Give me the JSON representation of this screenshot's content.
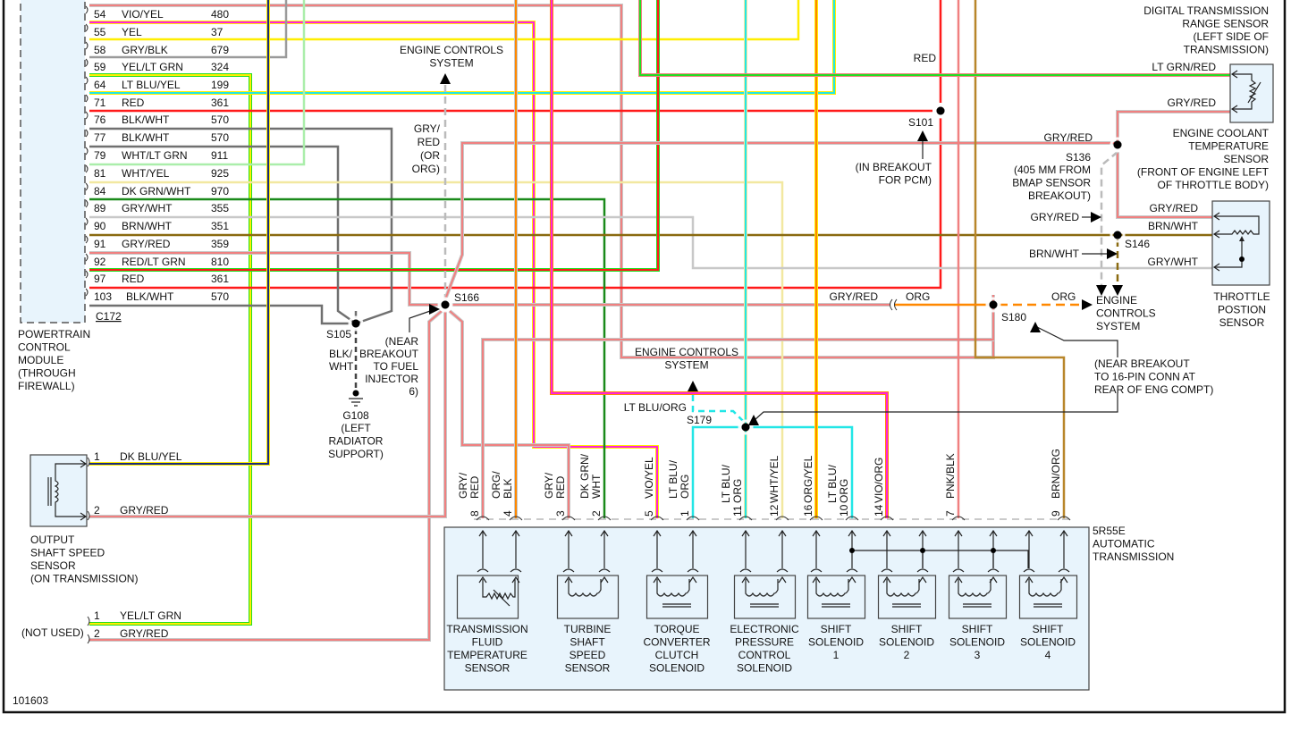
{
  "diagram_id": "101603",
  "pcm": {
    "label_lines": [
      "POWERTRAIN",
      "CONTROL",
      "MODULE",
      "(THROUGH",
      "FIREWALL)"
    ],
    "connector": "C172",
    "pins": [
      {
        "pin": "54",
        "color": "VIO/YEL",
        "circuit": "480"
      },
      {
        "pin": "55",
        "color": "YEL",
        "circuit": "37"
      },
      {
        "pin": "58",
        "color": "GRY/BLK",
        "circuit": "679"
      },
      {
        "pin": "59",
        "color": "YEL/LT GRN",
        "circuit": "324"
      },
      {
        "pin": "64",
        "color": "LT BLU/YEL",
        "circuit": "199"
      },
      {
        "pin": "71",
        "color": "RED",
        "circuit": "361"
      },
      {
        "pin": "76",
        "color": "BLK/WHT",
        "circuit": "570"
      },
      {
        "pin": "77",
        "color": "BLK/WHT",
        "circuit": "570"
      },
      {
        "pin": "79",
        "color": "WHT/LT GRN",
        "circuit": "911"
      },
      {
        "pin": "81",
        "color": "WHT/YEL",
        "circuit": "925"
      },
      {
        "pin": "84",
        "color": "DK GRN/WHT",
        "circuit": "970"
      },
      {
        "pin": "89",
        "color": "GRY/WHT",
        "circuit": "355"
      },
      {
        "pin": "90",
        "color": "BRN/WHT",
        "circuit": "351"
      },
      {
        "pin": "91",
        "color": "GRY/RED",
        "circuit": "359"
      },
      {
        "pin": "92",
        "color": "RED/LT GRN",
        "circuit": "810"
      },
      {
        "pin": "97",
        "color": "RED",
        "circuit": "361"
      },
      {
        "pin": "103",
        "color": "BLK/WHT",
        "circuit": "570"
      }
    ]
  },
  "splices": {
    "s105": {
      "id": "S105",
      "wire": [
        "BLK/",
        "WHT"
      ]
    },
    "g108": {
      "id": "G108",
      "lines": [
        "(LEFT",
        "RADIATOR",
        "SUPPORT)"
      ]
    },
    "s166": {
      "id": "S166",
      "note_lines": [
        "(NEAR",
        "BREAKOUT",
        "TO FUEL",
        "INJECTOR",
        "6)"
      ]
    },
    "s101": {
      "id": "S101",
      "wire": "RED",
      "note_lines": [
        "(IN BREAKOUT",
        "FOR PCM)"
      ]
    },
    "s136": {
      "id": "S136",
      "wire": "GRY/RED",
      "note_lines": [
        "(405 MM FROM",
        "BMAP SENSOR",
        "BREAKOUT)"
      ]
    },
    "s146": {
      "id": "S146"
    },
    "s179": {
      "id": "S179",
      "wire": "LT BLU/ORG"
    },
    "s180": {
      "id": "S180",
      "note_lines": [
        "(NEAR BREAKOUT",
        "TO 16-PIN CONN AT",
        "REAR OF ENG COMPT)"
      ]
    }
  },
  "engine_controls": {
    "label_lines": [
      "ENGINE CONTROLS",
      "SYSTEM"
    ],
    "label_stacked": [
      "ENGINE",
      "CONTROLS",
      "SYSTEM"
    ],
    "gry_red_or_org": [
      "GRY/",
      "RED",
      "(OR",
      "ORG)"
    ],
    "gry_red_arrow": "GRY/RED",
    "brn_wht_arrow": "BRN/WHT",
    "org": "ORG",
    "gry_red_org_inline": "GRY/RED",
    "org_inline": "ORG"
  },
  "output_shaft_sensor": {
    "label_lines": [
      "OUTPUT",
      "SHAFT SPEED",
      "SENSOR",
      "(ON TRANSMISSION)"
    ],
    "pins": [
      {
        "pin": "1",
        "color": "DK BLU/YEL"
      },
      {
        "pin": "2",
        "color": "GRY/RED"
      }
    ]
  },
  "not_used": {
    "label": "(NOT USED)",
    "pins": [
      {
        "pin": "1",
        "color": "YEL/LT GRN"
      },
      {
        "pin": "2",
        "color": "GRY/RED"
      }
    ]
  },
  "dtr_sensor": {
    "label_lines": [
      "DIGITAL TRANSMISSION",
      "RANGE SENSOR",
      "(LEFT SIDE OF",
      "TRANSMISSION)"
    ],
    "wire": "LT GRN/RED"
  },
  "ect_sensor": {
    "label_lines": [
      "ENGINE COOLANT",
      "TEMPERATURE",
      "SENSOR",
      "(FRONT OF ENGINE LEFT",
      "OF THROTTLE BODY)"
    ],
    "wire": "GRY/RED"
  },
  "tp_sensor": {
    "label_lines": [
      "THROTTLE",
      "POSTION",
      "SENSOR"
    ],
    "wires": [
      "GRY/RED",
      "BRN/WHT",
      "GRY/WHT"
    ]
  },
  "transmission": {
    "label_lines": [
      "5R55E",
      "AUTOMATIC",
      "TRANSMISSION"
    ],
    "pins": [
      {
        "pin": "8",
        "color_lines": [
          "GRY/",
          "RED"
        ]
      },
      {
        "pin": "4",
        "color_lines": [
          "ORG/",
          "BLK"
        ]
      },
      {
        "pin": "3",
        "color_lines": [
          "GRY/",
          "RED"
        ]
      },
      {
        "pin": "2",
        "color_lines": [
          "DK GRN/",
          "WHT"
        ]
      },
      {
        "pin": "5",
        "color_lines": [
          "VIO/YEL"
        ]
      },
      {
        "pin": "1",
        "color_lines": [
          "LT BLU/",
          "ORG"
        ]
      },
      {
        "pin": "11",
        "color_lines": [
          "LT BLU/",
          "ORG"
        ]
      },
      {
        "pin": "12",
        "color_lines": [
          "WHT/YEL"
        ]
      },
      {
        "pin": "16",
        "color_lines": [
          "ORG/YEL"
        ]
      },
      {
        "pin": "10",
        "color_lines": [
          "LT BLU/",
          "ORG"
        ]
      },
      {
        "pin": "14",
        "color_lines": [
          "VIO/ORG"
        ]
      },
      {
        "pin": "7",
        "color_lines": [
          "PNK/BLK"
        ]
      },
      {
        "pin": "9",
        "color_lines": [
          "BRN/ORG"
        ]
      }
    ],
    "components": [
      {
        "label_lines": [
          "TRANSMISSION",
          "FLUID",
          "TEMPERATURE",
          "SENSOR"
        ],
        "symbol": "thermistor"
      },
      {
        "label_lines": [
          "TURBINE",
          "SHAFT",
          "SPEED",
          "SENSOR"
        ],
        "symbol": "coil"
      },
      {
        "label_lines": [
          "TORQUE",
          "CONVERTER",
          "CLUTCH",
          "SOLENOID"
        ],
        "symbol": "solenoid"
      },
      {
        "label_lines": [
          "ELECTRONIC",
          "PRESSURE",
          "CONTROL",
          "SOLENOID"
        ],
        "symbol": "solenoid"
      },
      {
        "label_lines": [
          "SHIFT",
          "SOLENOID",
          "1"
        ],
        "symbol": "solenoid"
      },
      {
        "label_lines": [
          "SHIFT",
          "SOLENOID",
          "2"
        ],
        "symbol": "solenoid"
      },
      {
        "label_lines": [
          "SHIFT",
          "SOLENOID",
          "3"
        ],
        "symbol": "solenoid"
      },
      {
        "label_lines": [
          "SHIFT",
          "SOLENOID",
          "4"
        ],
        "symbol": "solenoid"
      }
    ]
  },
  "wire_colors": {
    "red": "#ff1a1a",
    "yellow": "#ffee00",
    "lt_green": "#22dd22",
    "cyan": "#22e6e6",
    "magenta": "#ff22dd",
    "orange": "#ff8800",
    "gray": "#9a9a9a",
    "dark_gray": "#707070",
    "pink": "#f08080",
    "dk_green": "#1a8a1a",
    "brown": "#8a6a10",
    "brn_org": "#b8862a",
    "lt_gray": "#c8c8c8",
    "navy": "#1a2a80",
    "cream": "#f2e8a0"
  }
}
